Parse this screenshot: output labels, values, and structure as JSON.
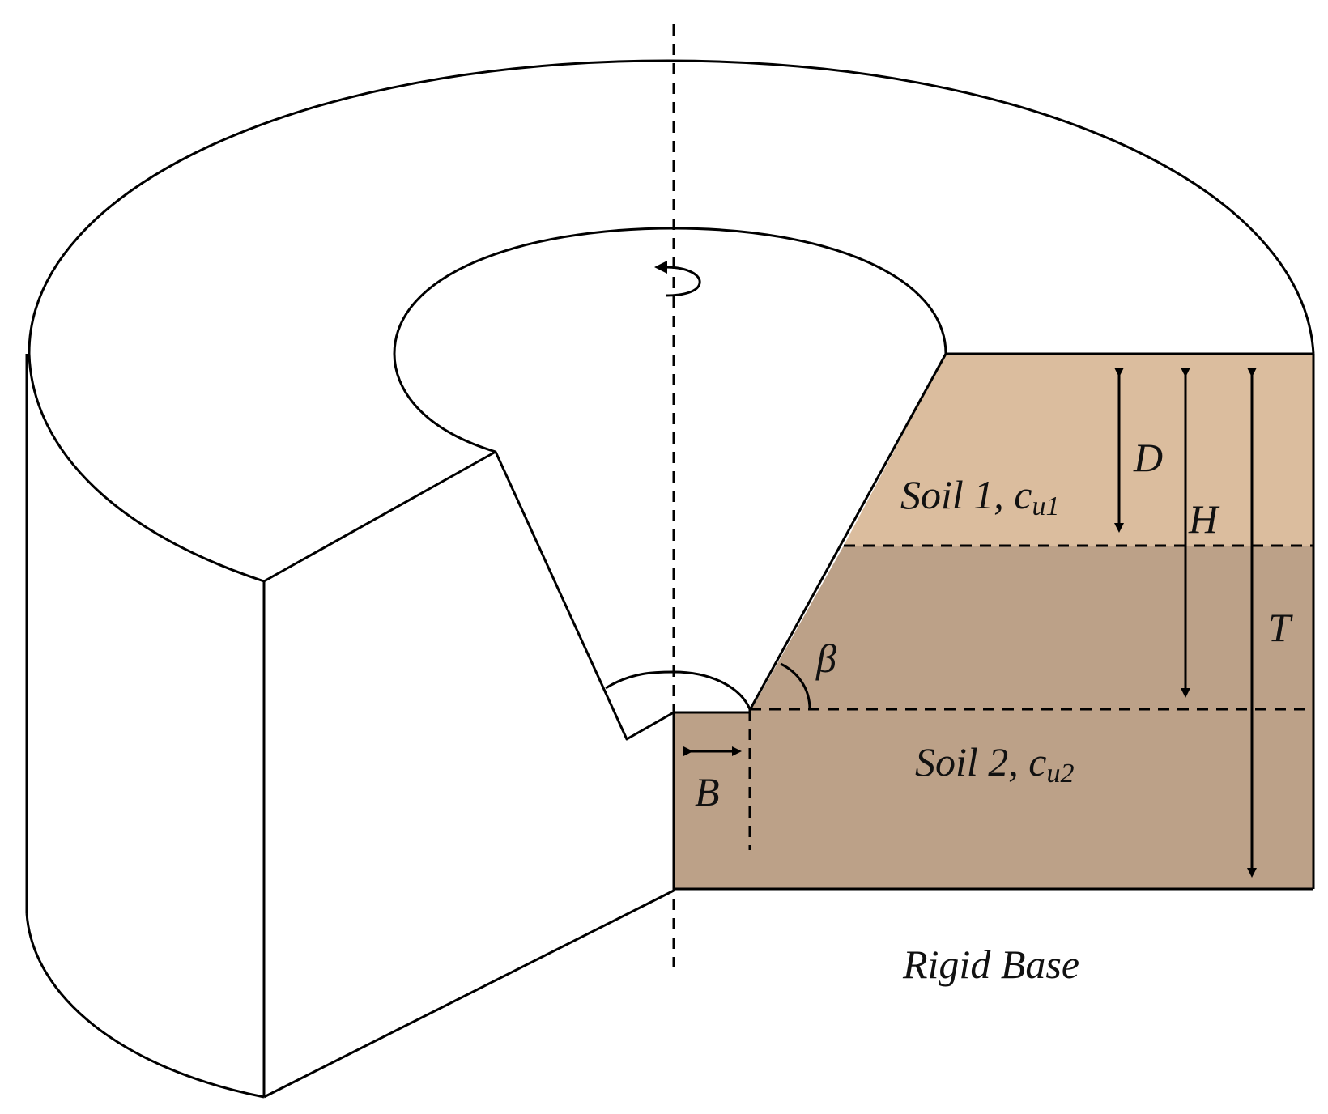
{
  "labels": {
    "soil1_text": "Soil 1, c",
    "soil1_sub": "u1",
    "soil2_text": "Soil 2, c",
    "soil2_sub": "u2",
    "depth_d": "D",
    "height_h": "H",
    "thickness_t": "T",
    "angle_beta": "β",
    "width_b": "B",
    "rigid_base": "Rigid Base"
  },
  "colors": {
    "soil1_fill": "#dbbd9e",
    "soil2_fill": "#bca188",
    "line": "#000000",
    "background": "#ffffff"
  }
}
